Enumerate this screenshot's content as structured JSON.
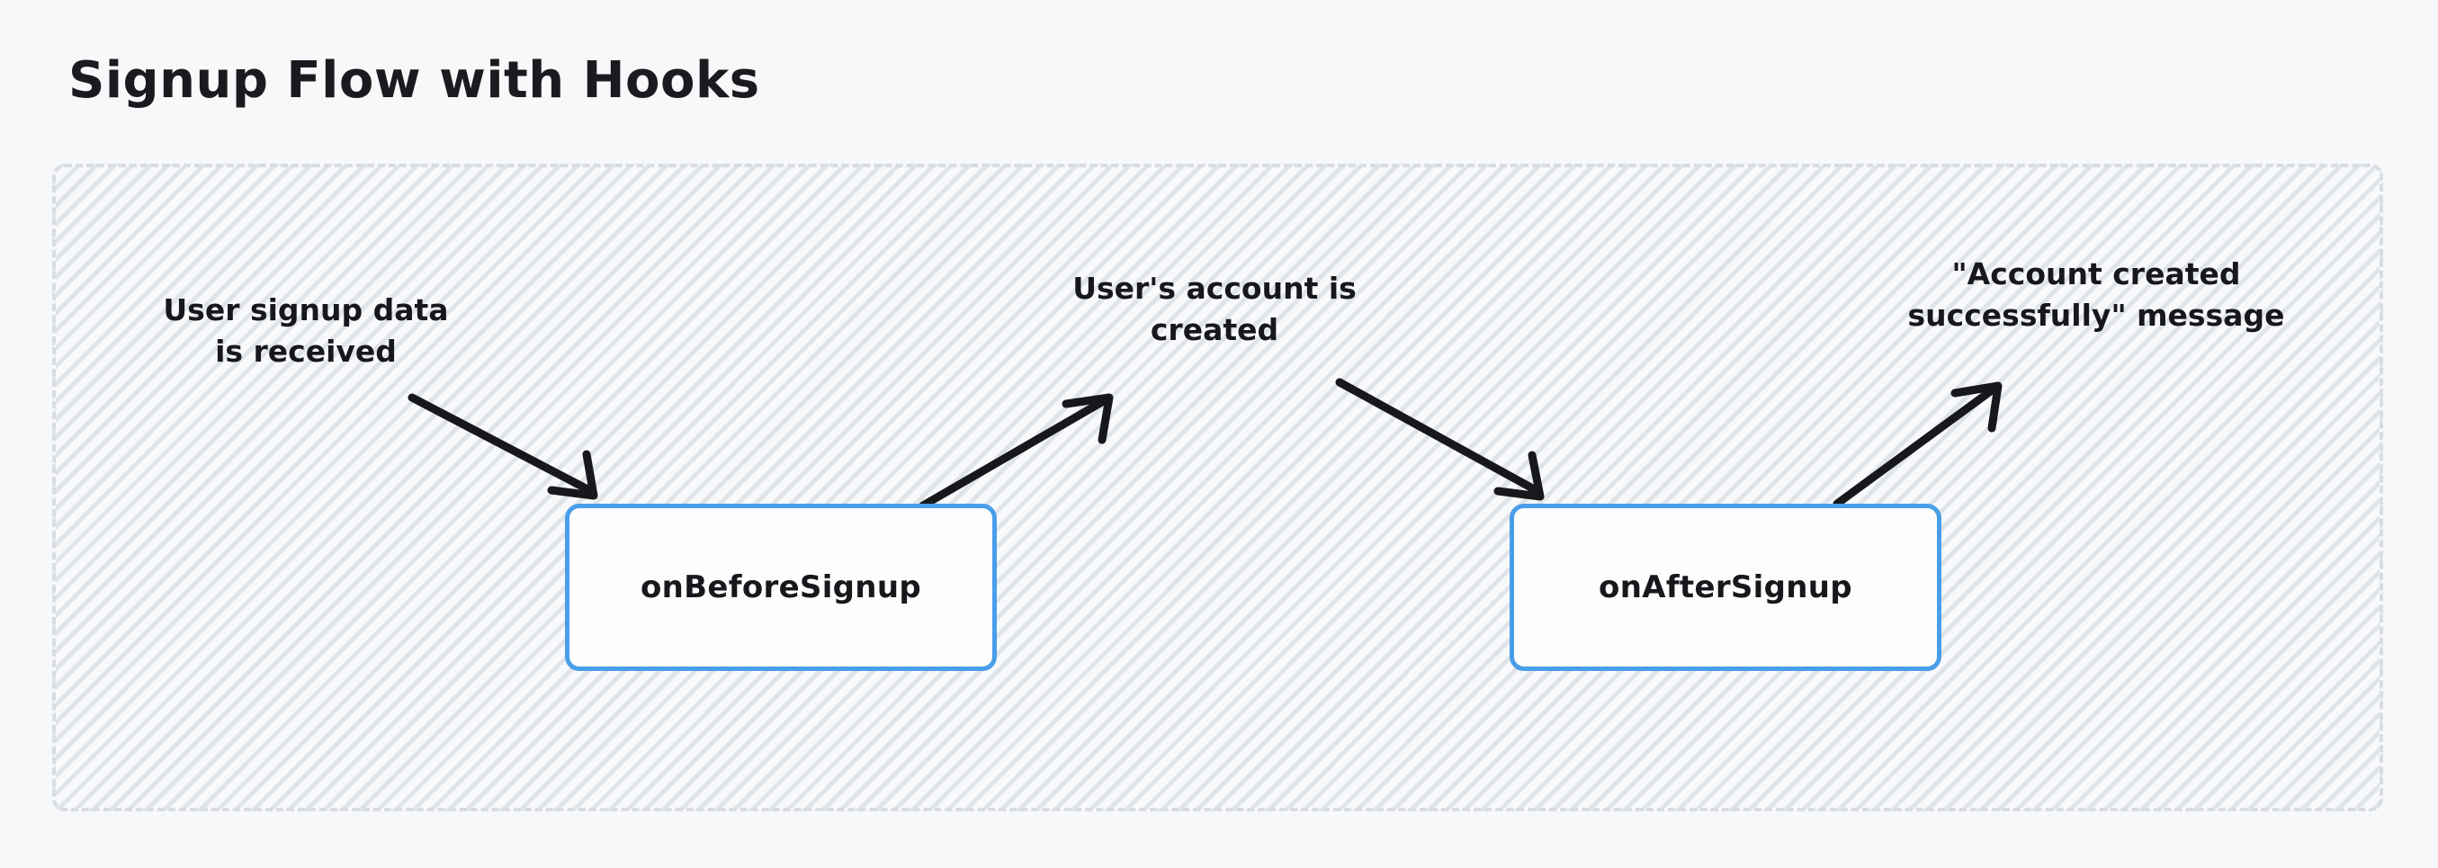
{
  "page": {
    "title": "Signup Flow with Hooks",
    "background_color": "#f7f8fa",
    "text_color": "#17181c"
  },
  "frame": {
    "border_style": "dashed",
    "border_color": "#d9dde2",
    "fill_pattern": "diagonal-hatch",
    "pattern_color": "#cdd3db"
  },
  "nodes": [
    {
      "id": "on-before-signup",
      "label": "onBeforeSignup",
      "border_color": "#4a9ee9",
      "fill_color": "#fdfdfe"
    },
    {
      "id": "on-after-signup",
      "label": "onAfterSignup",
      "border_color": "#4a9ee9",
      "fill_color": "#fdfdfe"
    }
  ],
  "annotations": [
    {
      "id": "signup-data-received",
      "text": "User signup data\nis received"
    },
    {
      "id": "account-created",
      "text": "User's account is\ncreated"
    },
    {
      "id": "success-message",
      "text": "\"Account created\nsuccessfully\" message"
    }
  ],
  "arrows": [
    {
      "id": "arrow-input-to-before",
      "from": "User signup data is received",
      "to": "onBeforeSignup",
      "direction": "down-right",
      "color": "#17181c"
    },
    {
      "id": "arrow-before-to-account",
      "from": "onBeforeSignup",
      "to": "User's account is created",
      "direction": "up-right",
      "color": "#17181c"
    },
    {
      "id": "arrow-account-to-after",
      "from": "User's account is created",
      "to": "onAfterSignup",
      "direction": "down-right",
      "color": "#17181c"
    },
    {
      "id": "arrow-after-to-message",
      "from": "onAfterSignup",
      "to": "\"Account created successfully\" message",
      "direction": "up-right",
      "color": "#17181c"
    }
  ]
}
